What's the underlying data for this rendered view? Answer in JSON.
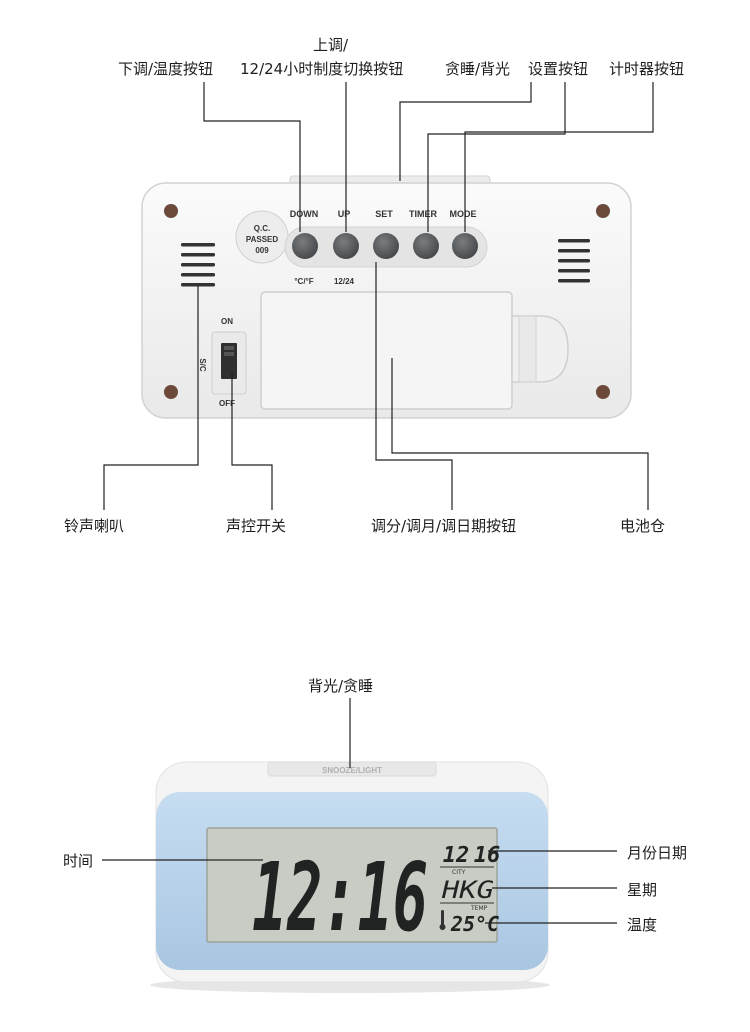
{
  "device_back": {
    "buttons": [
      {
        "label": "DOWN",
        "sub": "°C/°F"
      },
      {
        "label": "UP",
        "sub": "12/24"
      },
      {
        "label": "SET",
        "sub": ""
      },
      {
        "label": "TIMER",
        "sub": ""
      },
      {
        "label": "MODE",
        "sub": ""
      }
    ],
    "qc_sticker": [
      "Q.C.",
      "PASSED",
      "009"
    ],
    "switch_on": "ON",
    "switch_off": "OFF",
    "switch_side": "S/C"
  },
  "callouts_top": {
    "down_temp": "下调/温度按钮",
    "up_line1": "上调/",
    "up_line2": "12/24小时制度切换按钮",
    "snooze_light": "贪睡/背光",
    "set": "设置按钮",
    "timer": "计时器按钮"
  },
  "callouts_bottom": {
    "speaker": "铃声喇叭",
    "voice_switch": "声控开关",
    "adjust": "调分/调月/调日期按钮",
    "battery": "电池仓"
  },
  "device_front": {
    "top_button_text": "SNOOZE/LIGHT",
    "time": "12:16",
    "date_month": "12",
    "date_day": "16",
    "city_label": "CITY",
    "city": "HKG",
    "temp_label": "TEMP",
    "temp": "25°C"
  },
  "callouts_front": {
    "light_snooze": "背光/贪睡",
    "time": "时间",
    "month_date": "月份日期",
    "weekday": "星期",
    "temperature": "温度"
  },
  "colors": {
    "device_body": "#f2f2f2",
    "panel_blue": "#b9d3ea",
    "lcd_bg": "#c7cbc2",
    "button_dark": "#5b5e60"
  }
}
